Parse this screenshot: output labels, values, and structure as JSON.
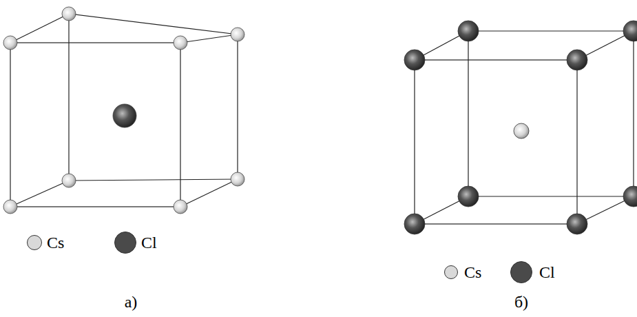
{
  "diagram": {
    "labels": [
      "а)",
      "б)"
    ],
    "legend": [
      {
        "text": "Cs",
        "color": "#d9d9d9"
      },
      {
        "text": "Cl",
        "color": "#4a4a4a"
      },
      {
        "text": "Cs",
        "color": "#d9d9d9"
      },
      {
        "text": "Cl",
        "color": "#4a4a4a"
      }
    ]
  }
}
